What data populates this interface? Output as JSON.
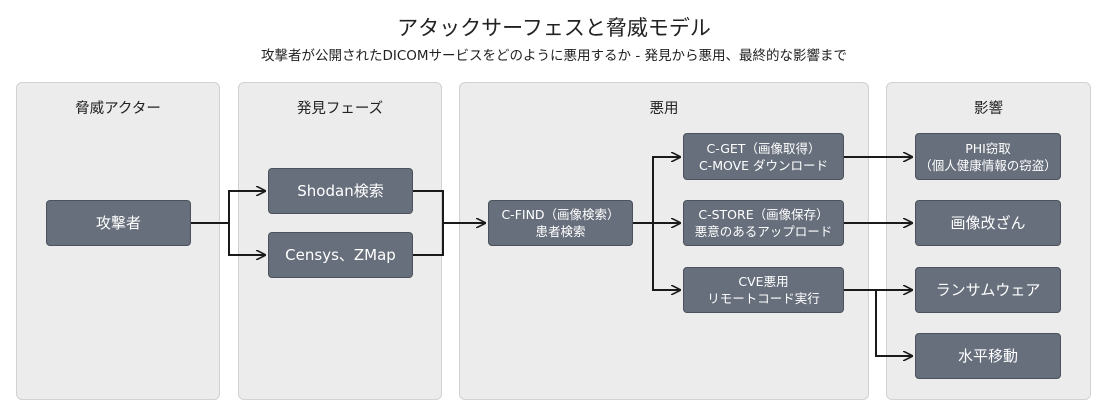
{
  "title": "アタックサーフェスと脅威モデル",
  "subtitle": "攻撃者が公開されたDICOMサービスをどのように悪用するか - 発見から悪用、最終的な影響まで",
  "panels": {
    "actor": "脅威アクター",
    "discovery": "発見フェーズ",
    "exploit": "悪用",
    "impact": "影響"
  },
  "nodes": {
    "attacker": "攻撃者",
    "shodan": "Shodan検索",
    "censys": "Censys、ZMap",
    "cfind_l1": "C-FIND（画像検索）",
    "cfind_l2": "患者検索",
    "cget_l1": "C-GET（画像取得）",
    "cget_l2": "C-MOVE ダウンロード",
    "cstore_l1": "C-STORE（画像保存）",
    "cstore_l2": "悪意のあるアップロード",
    "cve_l1": "CVE悪用",
    "cve_l2": "リモートコード実行",
    "phi_l1": "PHI窃取",
    "phi_l2": "（個人健康情報の窃盗）",
    "tamper": "画像改ざん",
    "ransom": "ランサムウェア",
    "lateral": "水平移動"
  }
}
